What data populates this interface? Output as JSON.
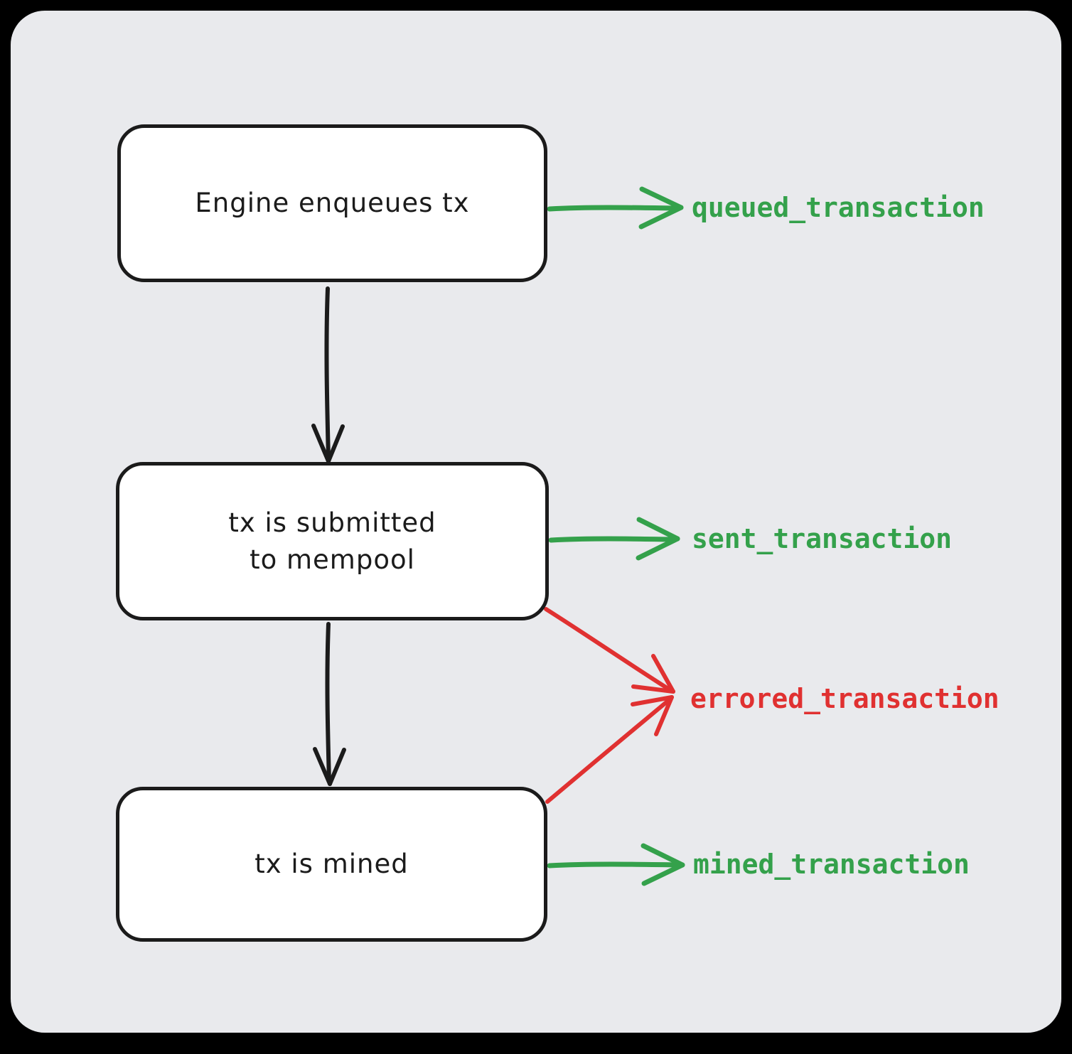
{
  "diagram": {
    "colors": {
      "bg": "#e9eaed",
      "outer": "#000000",
      "ink": "#1b1b1b",
      "green": "#34a14b",
      "red": "#e03131",
      "box_fill": "#ffffff"
    },
    "nodes": [
      {
        "id": "engine-enqueues-tx",
        "label": "Engine enqueues tx"
      },
      {
        "id": "tx-submitted-to-mempool",
        "lines": [
          "tx is submitted",
          "to mempool"
        ]
      },
      {
        "id": "tx-is-mined",
        "label": "tx is mined"
      }
    ],
    "flow_edges": [
      {
        "from": "engine-enqueues-tx",
        "to": "tx-submitted-to-mempool"
      },
      {
        "from": "tx-submitted-to-mempool",
        "to": "tx-is-mined"
      }
    ],
    "events": [
      {
        "name": "queued_transaction",
        "color": "green",
        "source": "engine-enqueues-tx"
      },
      {
        "name": "sent_transaction",
        "color": "green",
        "source": "tx-submitted-to-mempool"
      },
      {
        "name": "errored_transaction",
        "color": "red",
        "sources": [
          "tx-submitted-to-mempool",
          "tx-is-mined"
        ]
      },
      {
        "name": "mined_transaction",
        "color": "green",
        "source": "tx-is-mined"
      }
    ]
  }
}
